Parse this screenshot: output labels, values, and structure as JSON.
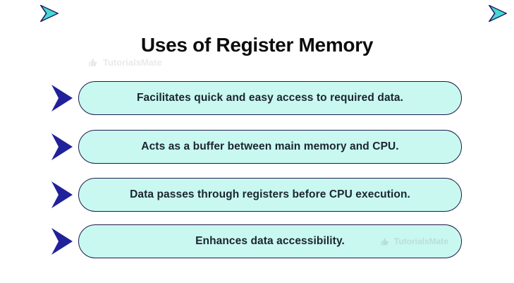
{
  "title": {
    "text": "Uses of Register Memory"
  },
  "watermark": {
    "brand": "TutorialsMate",
    "icon": "thumbs-up-icon"
  },
  "items": [
    {
      "label": "Facilitates quick and easy access to required data."
    },
    {
      "label": "Acts as a buffer between main memory and CPU."
    },
    {
      "label": "Data passes through registers before CPU execution."
    },
    {
      "label": "Enhances data accessibility."
    }
  ],
  "colors": {
    "background": "#ffffff",
    "title_text": "#0c0c0c",
    "pill_fill": "#c9f8f0",
    "pill_border": "#1b1b4d",
    "pill_text": "#1a2530",
    "arrow": "#21219b",
    "corner_arrow_fill": "#45d9d4",
    "corner_arrow_border": "#1c1c60",
    "watermark_gray": "#d7d9db",
    "watermark_on_pill": "#a9c6c4"
  }
}
